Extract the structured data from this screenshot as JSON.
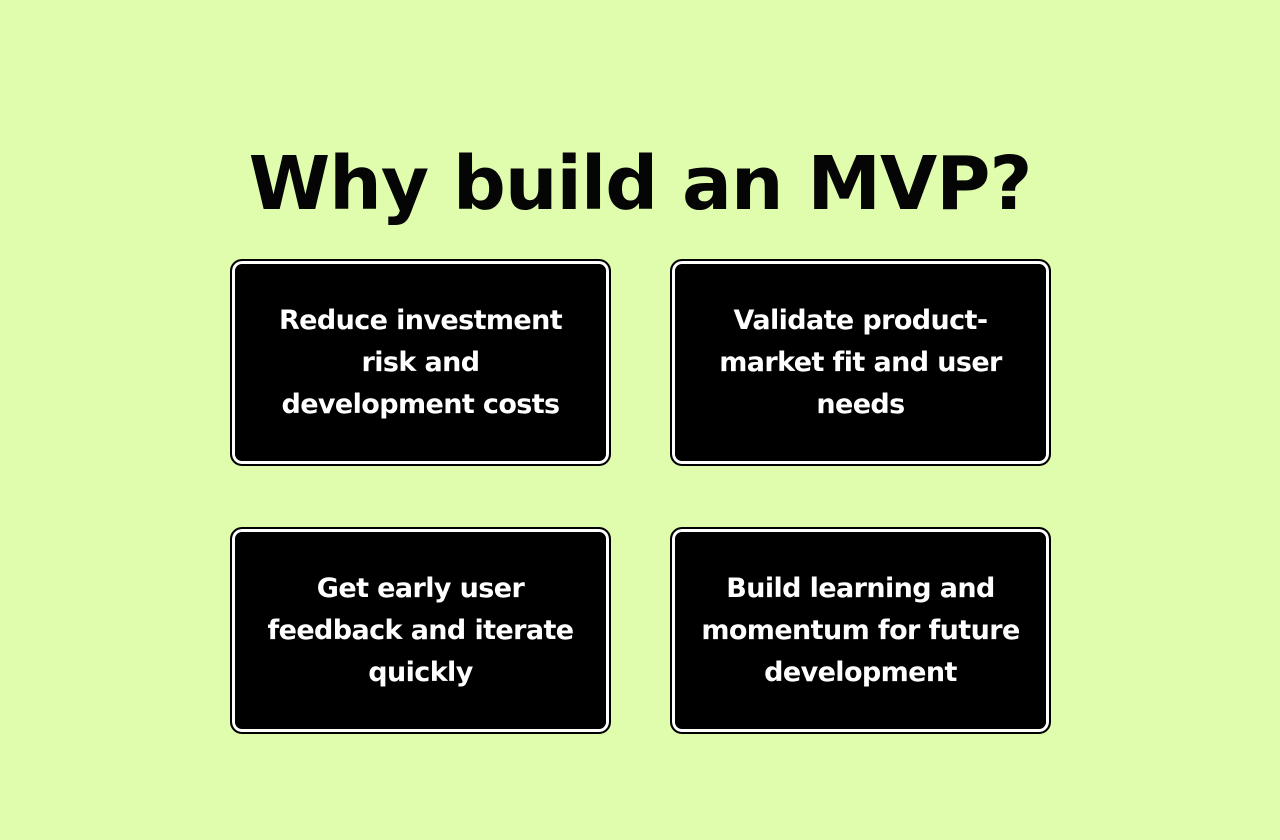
{
  "page": {
    "title": "Why build an MVP?",
    "background_color": "#DFFDAD"
  },
  "cards": [
    {
      "text": "Reduce investment risk and development costs"
    },
    {
      "text": "Validate product-market fit and user needs"
    },
    {
      "text": "Get early user feedback and iterate quickly"
    },
    {
      "text": "Build learning and momentum for future development"
    }
  ],
  "colors": {
    "card_fill": "#000000",
    "card_border_inner": "#FFFFFF",
    "card_text": "#FFFFFF",
    "title_text": "#050505"
  }
}
